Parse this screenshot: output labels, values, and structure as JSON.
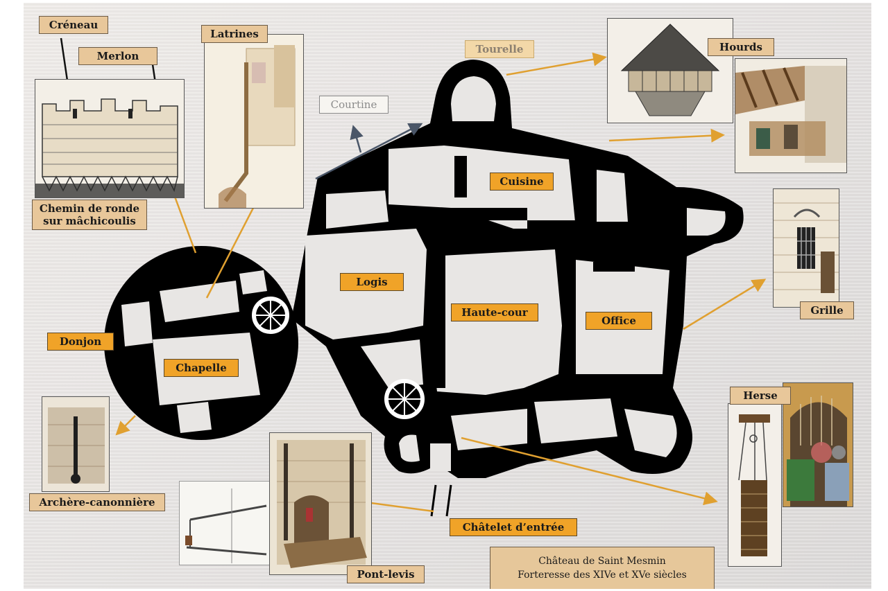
{
  "labels": {
    "creneau": "Créneau",
    "merlon": "Merlon",
    "chemin_de_ronde": "Chemin de ronde sur mâchicoulis",
    "latrines": "Latrines",
    "courtine": "Courtine",
    "tourelle": "Tourelle",
    "hourds": "Hourds",
    "cuisine": "Cuisine",
    "logis": "Logis",
    "haute_cour": "Haute-cour",
    "office": "Office",
    "grille": "Grille",
    "donjon": "Donjon",
    "chapelle": "Chapelle",
    "archere": "Archère-canonnière",
    "herse": "Herse",
    "chatelet": "Châtelet d’entrée",
    "pont_levis": "Pont-levis"
  },
  "caption": {
    "line1": "Château de Saint Mesmin",
    "line2": "Forteresse des XIVe et XVe siècles"
  },
  "colors": {
    "board": "#e6e3e2",
    "label_tan": "#e8c79a",
    "label_orange": "#f0a328",
    "plan_walls": "#000000",
    "arrow": "#e0a030"
  }
}
